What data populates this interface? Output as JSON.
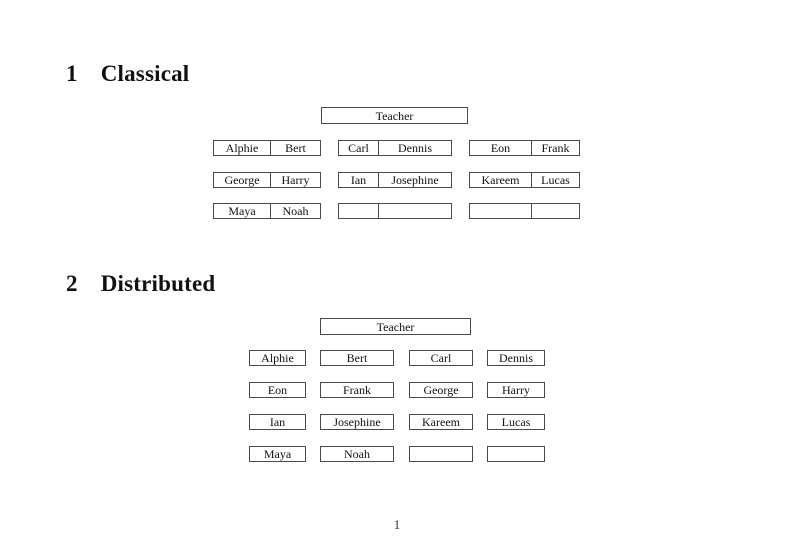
{
  "classical": {
    "heading_number": "1",
    "heading_title": "Classical",
    "teacher_label": "Teacher",
    "desks": [
      [
        "Alphie",
        "Bert"
      ],
      [
        "Carl",
        "Dennis"
      ],
      [
        "Eon",
        "Frank"
      ],
      [
        "George",
        "Harry"
      ],
      [
        "Ian",
        "Josephine"
      ],
      [
        "Kareem",
        "Lucas"
      ],
      [
        "Maya",
        "Noah"
      ],
      [
        "",
        ""
      ],
      [
        "",
        ""
      ]
    ]
  },
  "distributed": {
    "heading_number": "2",
    "heading_title": "Distributed",
    "teacher_label": "Teacher",
    "seats": [
      "Alphie",
      "Bert",
      "Carl",
      "Dennis",
      "Eon",
      "Frank",
      "George",
      "Harry",
      "Ian",
      "Josephine",
      "Kareem",
      "Lucas",
      "Maya",
      "Noah",
      "",
      ""
    ]
  },
  "footer": {
    "page_number": "1"
  }
}
